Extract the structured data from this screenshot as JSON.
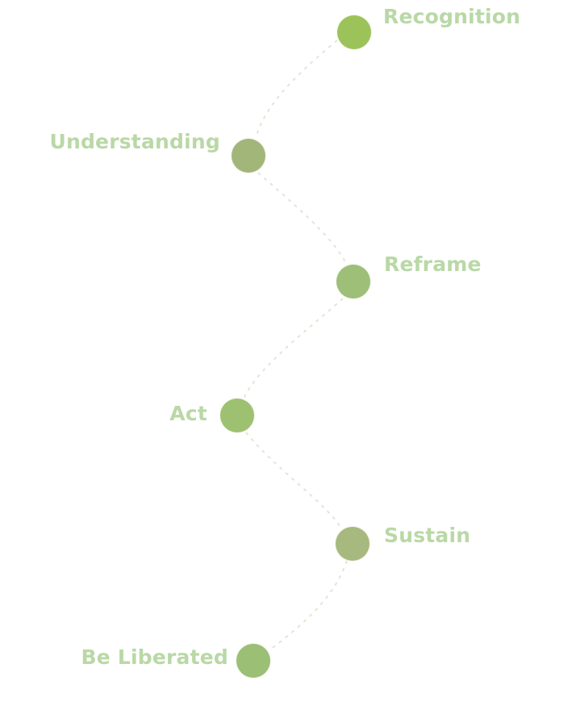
{
  "steps": [
    {
      "label": "Recognition",
      "node_color": "#9cc35a"
    },
    {
      "label": "Understanding",
      "node_color": "#a2b67a"
    },
    {
      "label": "Reframe",
      "node_color": "#9dbf78"
    },
    {
      "label": "Act",
      "node_color": "#9dc170"
    },
    {
      "label": "Sustain",
      "node_color": "#a7b97e"
    },
    {
      "label": "Be Liberated",
      "node_color": "#9bbf75"
    }
  ],
  "colors": {
    "label_text": "#b9d8a6",
    "connector": "#e2e6d6"
  }
}
